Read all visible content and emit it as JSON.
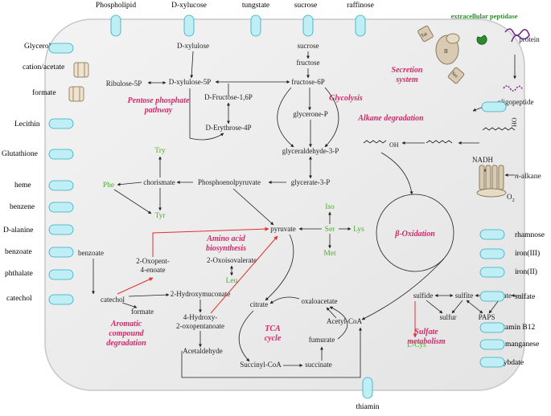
{
  "transporters": {
    "top": [
      "Phospholipid",
      "D-xylucose",
      "tungstate",
      "sucrose",
      "raffinose"
    ],
    "left": [
      "Glycerol",
      "cation/acetate",
      "formate",
      "Lecithin",
      "Glutathione",
      "heme",
      "benzene",
      "D-alanine",
      "benzoate",
      "phthalate",
      "catechol"
    ],
    "right": [
      "rhamnose",
      "iron(III)",
      "iron(II)",
      "sulfate",
      "vitamin B12",
      "manganese",
      "molybdate"
    ],
    "bottom": [
      "thiamin"
    ]
  },
  "pathways": {
    "ppp": [
      "Pentose phosphate",
      "pathway"
    ],
    "glycolysis": "Glycolysis",
    "alkane": "Alkane degradation",
    "secretion": [
      "Secretion",
      "system"
    ],
    "amino": [
      "Amino acid",
      "biosynthesis"
    ],
    "beta": "β-Oxidation",
    "aromatic": [
      "Aromatic",
      "compound",
      "degradation"
    ],
    "tca": [
      "TCA",
      "cycle"
    ],
    "sulfate_met": [
      "Sulfate",
      "metabolism"
    ]
  },
  "metabolites": {
    "d_xylulose": "D-xylulose",
    "sucrose": "sucrose",
    "fructose": "fructose",
    "ribulose5p": "Ribulose-5P",
    "d_xylulose5p": "D-xylulose-5P",
    "fructose6p": "fructose-6P",
    "d_fructose16p": "D-Fructose-1,6P",
    "d_erythrose4p": "D-Erythrose-4P",
    "glycerone_p": "glycerone-P",
    "glyceraldehyde3p": "glyceraldehyde-3-P",
    "glycerate3p": "glycerate-3-P",
    "chorismate": "chorismate",
    "pep": "Phosphoenolpyruvate",
    "pyruvate": "pyruvate",
    "oxoisovalerate": "2-Oxoisovalerate",
    "benzoate_int": "benzoate",
    "oxopent": [
      "2-Oxopent-",
      "4-enoate"
    ],
    "catechol_int": "catechol",
    "formate_int": "formate",
    "hydroxymuconate": "2-Hydroxymuconate",
    "hydroxy_oxo": [
      "4-Hydroxy-",
      "2-oxopentanoate"
    ],
    "acetaldehyde": "Acetaldehyde",
    "citrate": "citrate",
    "oxaloacetate": "oxaloacetate",
    "acetylcoa": "Acetyl-CoA",
    "fumurate": "fumurate",
    "succinylcoa": "Succinyl-CoA",
    "succinate": "succinate",
    "sulfide": "sulfide",
    "sulfite": "sulfite",
    "sulfate_int": "sulfate",
    "sulfur": "sulfur",
    "paps": "PAPS",
    "oligopeptide": "oligopeptide",
    "protein": "protein",
    "ext_peptidase": "extracellular peptidase",
    "nadh": "NADH",
    "o2": "O",
    "o2_sub": "2",
    "n_alkane_prefix": "n",
    "n_alkane_suffix": "-alkane",
    "oh": "OH",
    "ho": "HO"
  },
  "amino_acids": {
    "try": "Try",
    "phe": "Phe",
    "tyr": "Tyr",
    "iso": "Iso",
    "ser": "Ser",
    "lys": "Lys",
    "met": "Met",
    "leu": "Leu",
    "lcys": "L-Cys"
  },
  "secretion_labels": {
    "tat": "Tat",
    "sec": "Sec",
    "ii": "II"
  },
  "colors": {
    "cell_fill": "#ededed",
    "cell_stroke": "#c7c7c7",
    "transporter": "#bfeef5",
    "transporter_stroke": "#2aaec7",
    "pathway": "#d6286b",
    "amino": "#4cae2a",
    "red_arrow": "#e53030",
    "peptidase": "#2f8a2f",
    "oligo": "#7b2d8b",
    "protein": "#6a2d86"
  }
}
